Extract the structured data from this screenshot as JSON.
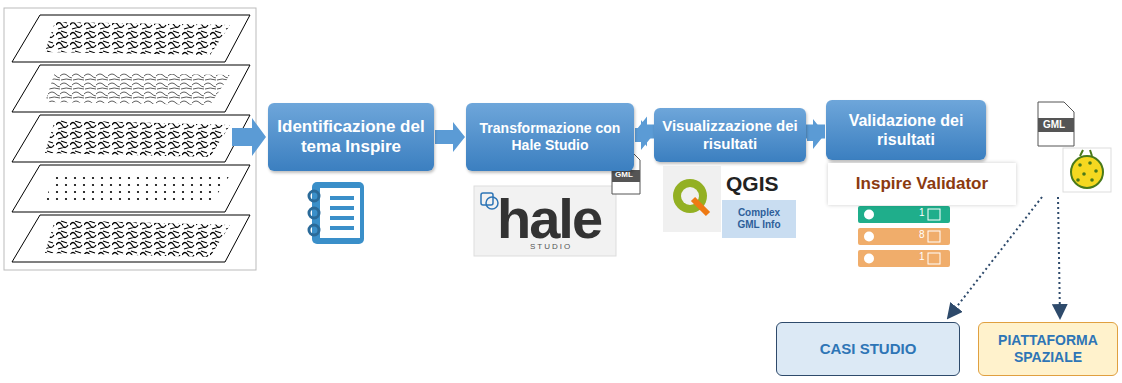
{
  "diagram": {
    "nodes": [
      {
        "text": [
          "Identificazione del tema Inspire"
        ]
      },
      {
        "text": [
          "Transformazione con Hale Studio"
        ]
      },
      {
        "text": [
          "Visualizzazione dei risultati"
        ]
      },
      {
        "text": [
          "Validazione dei risultati"
        ]
      },
      {
        "text": [
          "Complex GML Info"
        ]
      },
      {
        "text": [
          "Inspire Validator"
        ]
      },
      {
        "text": [
          "CASI STUDIO"
        ]
      },
      {
        "text": [
          "PIATTAFORMA SPAZIALE"
        ]
      }
    ],
    "edges": [
      {
        "from": 0,
        "to": 1,
        "arrow": "to"
      },
      {
        "from": 1,
        "to": 2,
        "arrow": "to"
      },
      {
        "from": 2,
        "to": 3,
        "arrow": "to"
      },
      {
        "from": 3,
        "to": 1,
        "arrow": "to"
      }
    ],
    "labels": [
      "hale",
      "STUDIO",
      "GML",
      "QGIS",
      "1",
      "8",
      "1",
      "GML"
    ]
  }
}
